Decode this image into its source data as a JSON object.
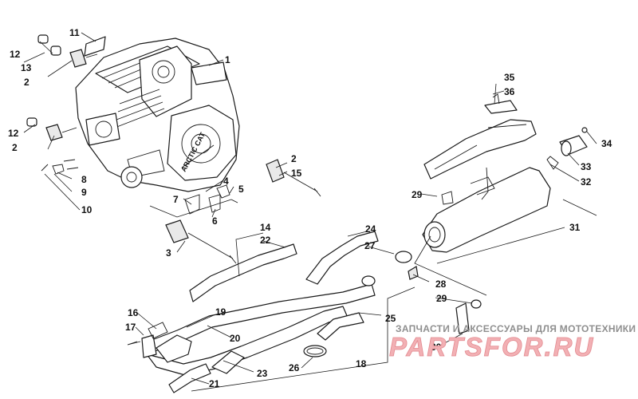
{
  "diagram": {
    "callouts": [
      "1",
      "2",
      "2",
      "2",
      "3",
      "4",
      "5",
      "6",
      "7",
      "8",
      "9",
      "10",
      "11",
      "12",
      "12",
      "13",
      "14",
      "15",
      "16",
      "17",
      "18",
      "19",
      "20",
      "21",
      "22",
      "23",
      "24",
      "25",
      "26",
      "27",
      "28",
      "29",
      "29",
      "30",
      "31",
      "32",
      "33",
      "34",
      "35",
      "36"
    ],
    "engine_label": "ARCTIC CAT"
  },
  "watermark": {
    "line": "ЗАПЧАСТИ И АКСЕССУАРЫ ДЛЯ МОТОТЕХНИКИ",
    "logo": "PARTSFOR.RU",
    "color": "#e38a90"
  }
}
